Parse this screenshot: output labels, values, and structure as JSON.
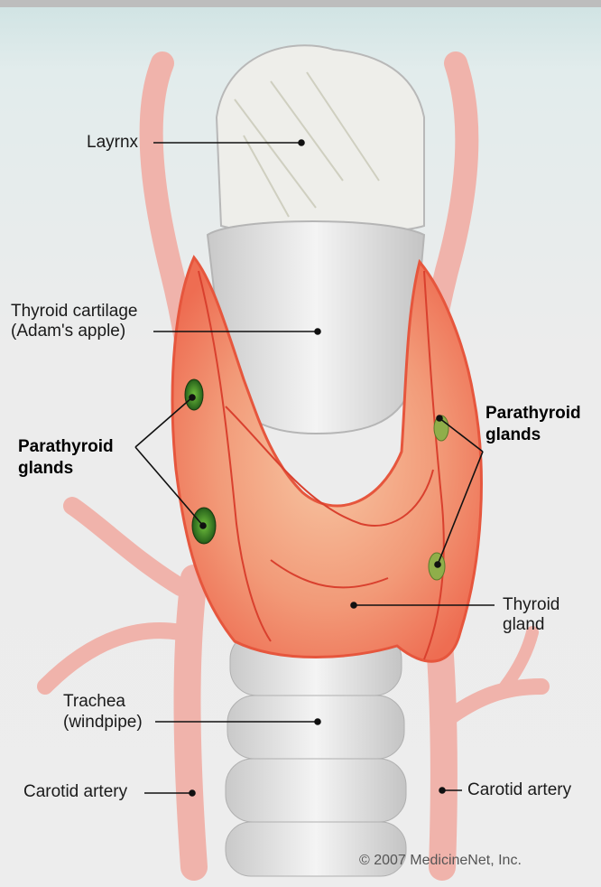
{
  "labels": {
    "larynx": "Layrnx",
    "thyroid_cartilage_1": "Thyroid cartilage",
    "thyroid_cartilage_2": "(Adam's apple)",
    "parathyroid_left_1": "Parathyroid",
    "parathyroid_left_2": "glands",
    "parathyroid_right_1": "Parathyroid",
    "parathyroid_right_2": "glands",
    "thyroid_gland_1": "Thyroid",
    "thyroid_gland_2": "gland",
    "trachea_1": "Trachea",
    "trachea_2": "(windpipe)",
    "carotid_left": "Carotid artery",
    "carotid_right": "Carotid artery"
  },
  "copyright": "© 2007 MedicineNet, Inc.",
  "colors": {
    "thyroid": "#f08a6a",
    "artery": "#f2b0a8",
    "cartilage": "#dcdcdc",
    "parathyroid": "#3f8a2a"
  }
}
